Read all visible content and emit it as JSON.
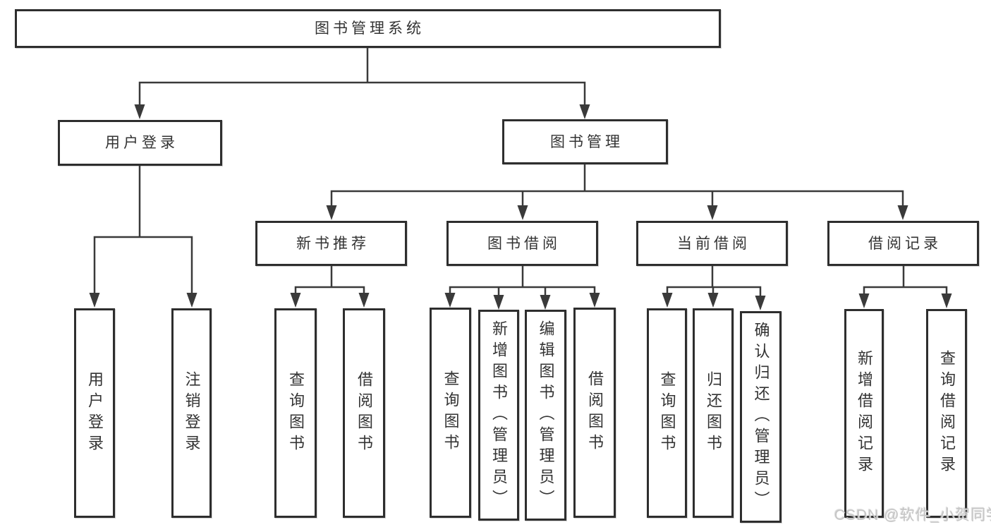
{
  "title": "图书管理系统",
  "watermark": "CSDN @软件_小贺同学",
  "colors": {
    "line": "#3a3a3a",
    "box_border": "#2e2e2e",
    "text": "#333333",
    "watermark": "#c3c3c3",
    "background": "#ffffff"
  },
  "tree": {
    "root": {
      "label": "图书管理系统"
    },
    "branches": [
      {
        "label": "用户登录",
        "children": [
          {
            "label": "用户登录"
          },
          {
            "label": "注销登录"
          }
        ]
      },
      {
        "label": "图书管理",
        "children": [
          {
            "label": "新书推荐",
            "children": [
              {
                "label": "查询图书"
              },
              {
                "label": "借阅图书"
              }
            ]
          },
          {
            "label": "图书借阅",
            "children": [
              {
                "label": "查询图书"
              },
              {
                "label": "新增图书（管理员）"
              },
              {
                "label": "编辑图书（管理员）"
              },
              {
                "label": "借阅图书"
              }
            ]
          },
          {
            "label": "当前借阅",
            "children": [
              {
                "label": "查询图书"
              },
              {
                "label": "归还图书"
              },
              {
                "label": "确认归还（管理员）"
              }
            ]
          },
          {
            "label": "借阅记录",
            "children": [
              {
                "label": "新增借阅记录"
              },
              {
                "label": "查询借阅记录"
              }
            ]
          }
        ]
      }
    ]
  }
}
